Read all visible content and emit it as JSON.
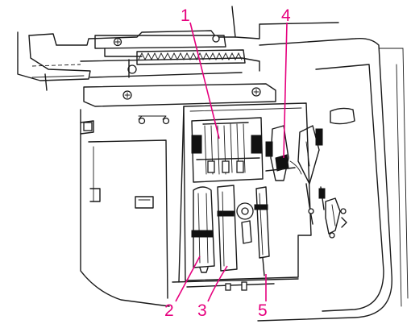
{
  "callouts": [
    {
      "id": "1",
      "label": "1"
    },
    {
      "id": "2",
      "label": "2"
    },
    {
      "id": "3",
      "label": "3"
    },
    {
      "id": "4",
      "label": "4"
    },
    {
      "id": "5",
      "label": "5"
    }
  ],
  "colors": {
    "callout": "#e6007e",
    "line": "#1a1a1a",
    "background": "#ffffff"
  }
}
